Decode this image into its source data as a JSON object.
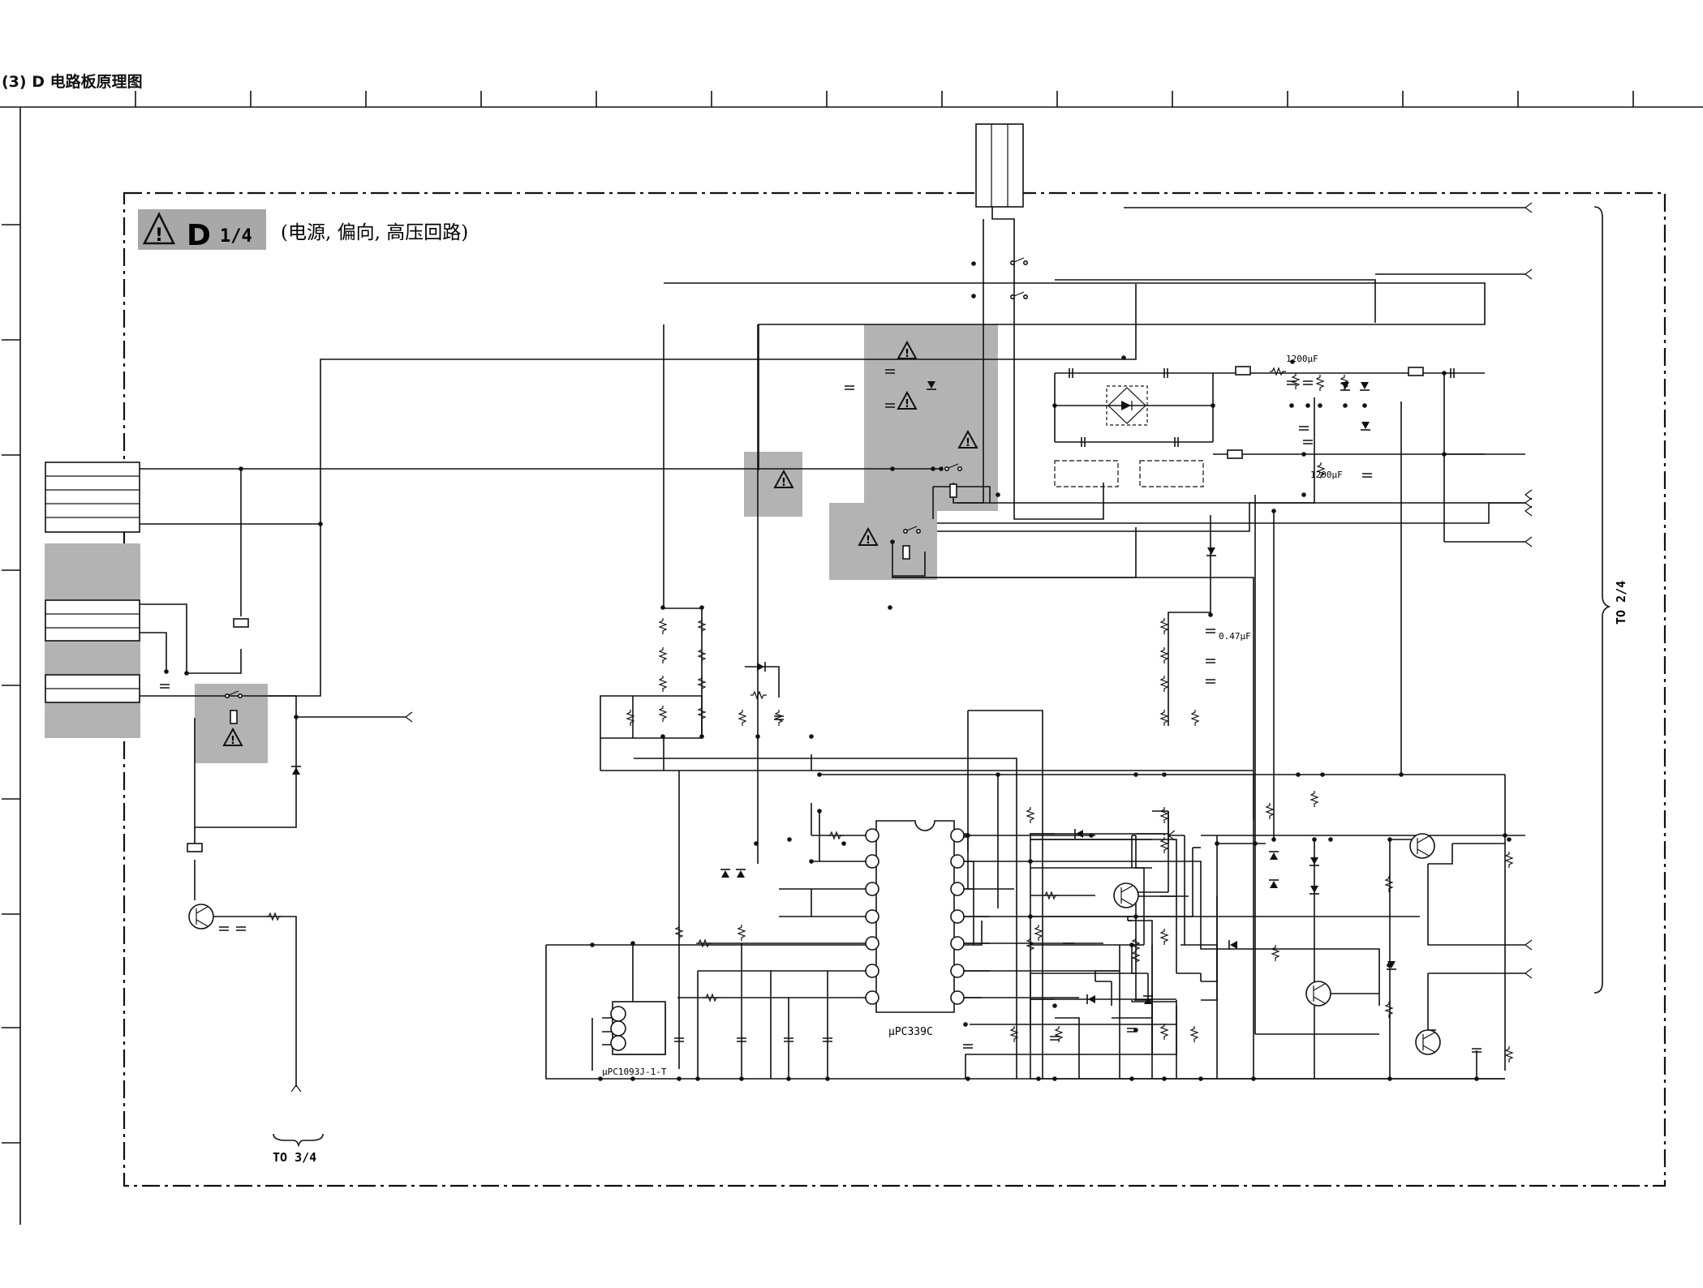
{
  "page": {
    "heading": "(3) D 电路板原理图"
  },
  "board": {
    "code": "D",
    "part": "1/4",
    "subtitle": "(电源, 偏向, 高压回路)"
  },
  "ic": {
    "main_label": "μPC339C",
    "aux_label": "μPC1093J-1-T"
  },
  "values": {
    "cap_top": "1200μF",
    "cap_bottom": "1200μF",
    "cap_mid": "0.47μF"
  },
  "offpage": {
    "right": "TO 2/4",
    "bottom": "TO 3/4"
  },
  "icons": {
    "warning": "warning-triangle-icon"
  }
}
